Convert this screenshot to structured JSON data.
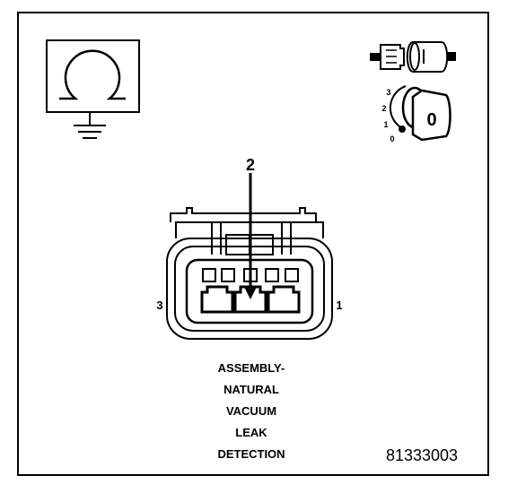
{
  "pin_callouts": {
    "top": "2",
    "left": "3",
    "right": "1"
  },
  "component_name": [
    "ASSEMBLY-",
    "NATURAL",
    "VACUUM",
    "LEAK",
    "DETECTION"
  ],
  "figure_number": "81333003",
  "ignition_switch": {
    "key_label": "0",
    "positions": [
      "3",
      "2",
      "1",
      "0"
    ]
  },
  "icons": {
    "ground": "ohmmeter-ground-icon",
    "connector": "disconnected-connector-icon",
    "ignition": "ignition-key-off-icon"
  },
  "colors": {
    "ink": "#000000",
    "background": "#ffffff"
  }
}
